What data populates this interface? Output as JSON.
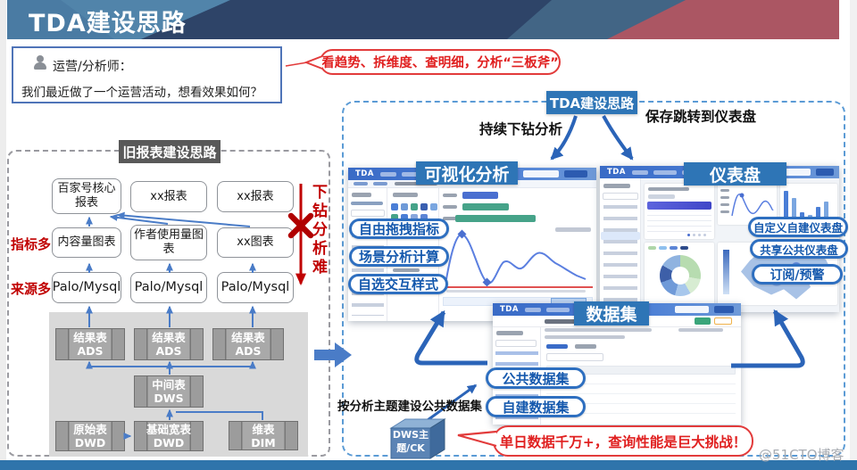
{
  "header": {
    "title": "TDA建设思路"
  },
  "speech_box": {
    "role": "运营/分析师：",
    "message": "我们最近做了一个运营活动，想看效果如何？"
  },
  "callouts": {
    "top": "看趋势、拆维度、查明细，分析“三板斧”",
    "bottom": "单日数据千万+，查询性能是巨大挑战！"
  },
  "old_section": {
    "label": "旧报表建设思路",
    "side_labels": {
      "metrics": "指标多",
      "sources": "来源多"
    },
    "drill_label": "下钻分析难",
    "reports": [
      "百家号核心报表",
      "xx报表",
      "xx报表"
    ],
    "charts": [
      "内容量图表",
      "作者使用量图表",
      "xx图表"
    ],
    "sources": [
      "Palo/Mysql",
      "Palo/Mysql",
      "Palo/Mysql"
    ],
    "warehouse": {
      "ads": [
        {
          "l1": "结果表",
          "l2": "ADS"
        },
        {
          "l1": "结果表",
          "l2": "ADS"
        },
        {
          "l1": "结果表",
          "l2": "ADS"
        }
      ],
      "dws": {
        "l1": "中间表",
        "l2": "DWS"
      },
      "dwd_raw": {
        "l1": "原始表",
        "l2": "DWD"
      },
      "dwd_wide": {
        "l1": "基础宽表",
        "l2": "DWD"
      },
      "dim": {
        "l1": "维表",
        "l2": "DIM"
      }
    }
  },
  "new_section": {
    "label": "TDA建设思路",
    "caption_drill": "持续下钻分析",
    "caption_save": "保存跳转到仪表盘",
    "caption_dataset": "按分析主题建设公共数据集",
    "viz": {
      "label": "可视化分析",
      "app_name": "TDA",
      "pills": [
        "自由拖拽指标",
        "场景分析计算",
        "自选交互样式"
      ]
    },
    "dashboard": {
      "label": "仪表盘",
      "app_name": "TDA",
      "pills": [
        "自定义自建仪表盘",
        "共享公共仪表盘",
        "订阅/预警"
      ]
    },
    "dataset": {
      "label": "数据集",
      "app_name": "TDA",
      "pills": [
        "公共数据集",
        "自建数据集"
      ]
    },
    "dws_box": {
      "l1": "DWS主",
      "l2": "题/CK"
    }
  },
  "watermark": "@51CTO博客",
  "colors": {
    "accent_blue": "#2e75b6",
    "accent_red": "#c00000",
    "bubble_red": "#e23b3b",
    "arrow_blue": "#2b64b8",
    "gray_label": "#595959"
  }
}
